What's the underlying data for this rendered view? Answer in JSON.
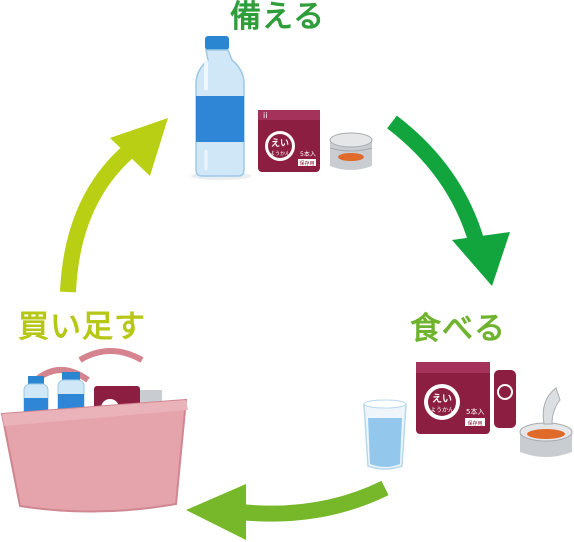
{
  "steps": {
    "prepare": "備える",
    "eat": "食べる",
    "rebuy": "買い足す"
  },
  "package": {
    "brand_mark": "ii",
    "title_line1": "えい",
    "title_line2": "ようかん",
    "count": "5本入",
    "badge": "保存用"
  },
  "colors": {
    "prepare": "#2e9d3a",
    "eat": "#6fb330",
    "rebuy": "#b6c716",
    "arrow_green": "#12a53e",
    "arrow_light": "#76b82a",
    "arrow_lime": "#b9cf14",
    "package_maroon": "#8c1f41",
    "basket_pink": "#e5a3ab"
  }
}
